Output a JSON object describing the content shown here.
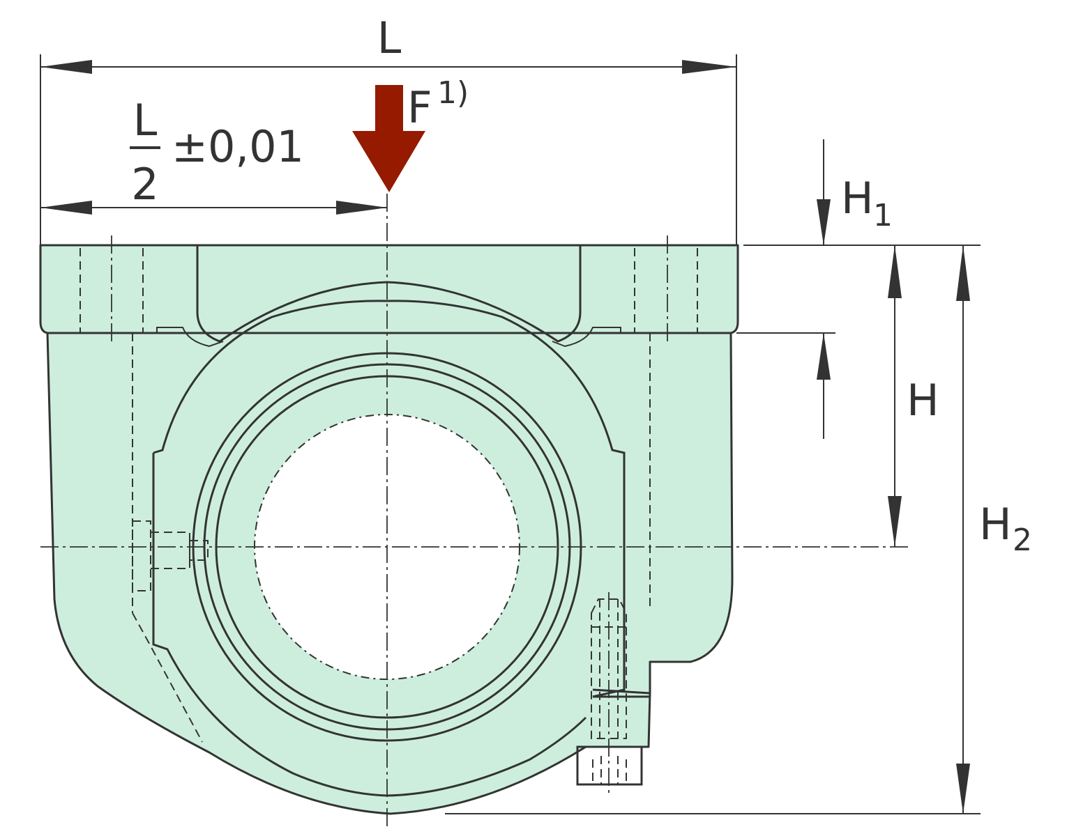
{
  "labels": {
    "length": "L",
    "half_length_num": "L",
    "half_length_den": "2",
    "tolerance": "±0,01",
    "force": "F",
    "force_note": "1)",
    "h1_main": "H",
    "h1_sub": "1",
    "h": "H",
    "h2_main": "H",
    "h2_sub": "2"
  },
  "colors": {
    "housing_fill": "#cdeedd",
    "line": "#333333",
    "force_arrow": "#951a00",
    "bore": "#ffffff"
  }
}
